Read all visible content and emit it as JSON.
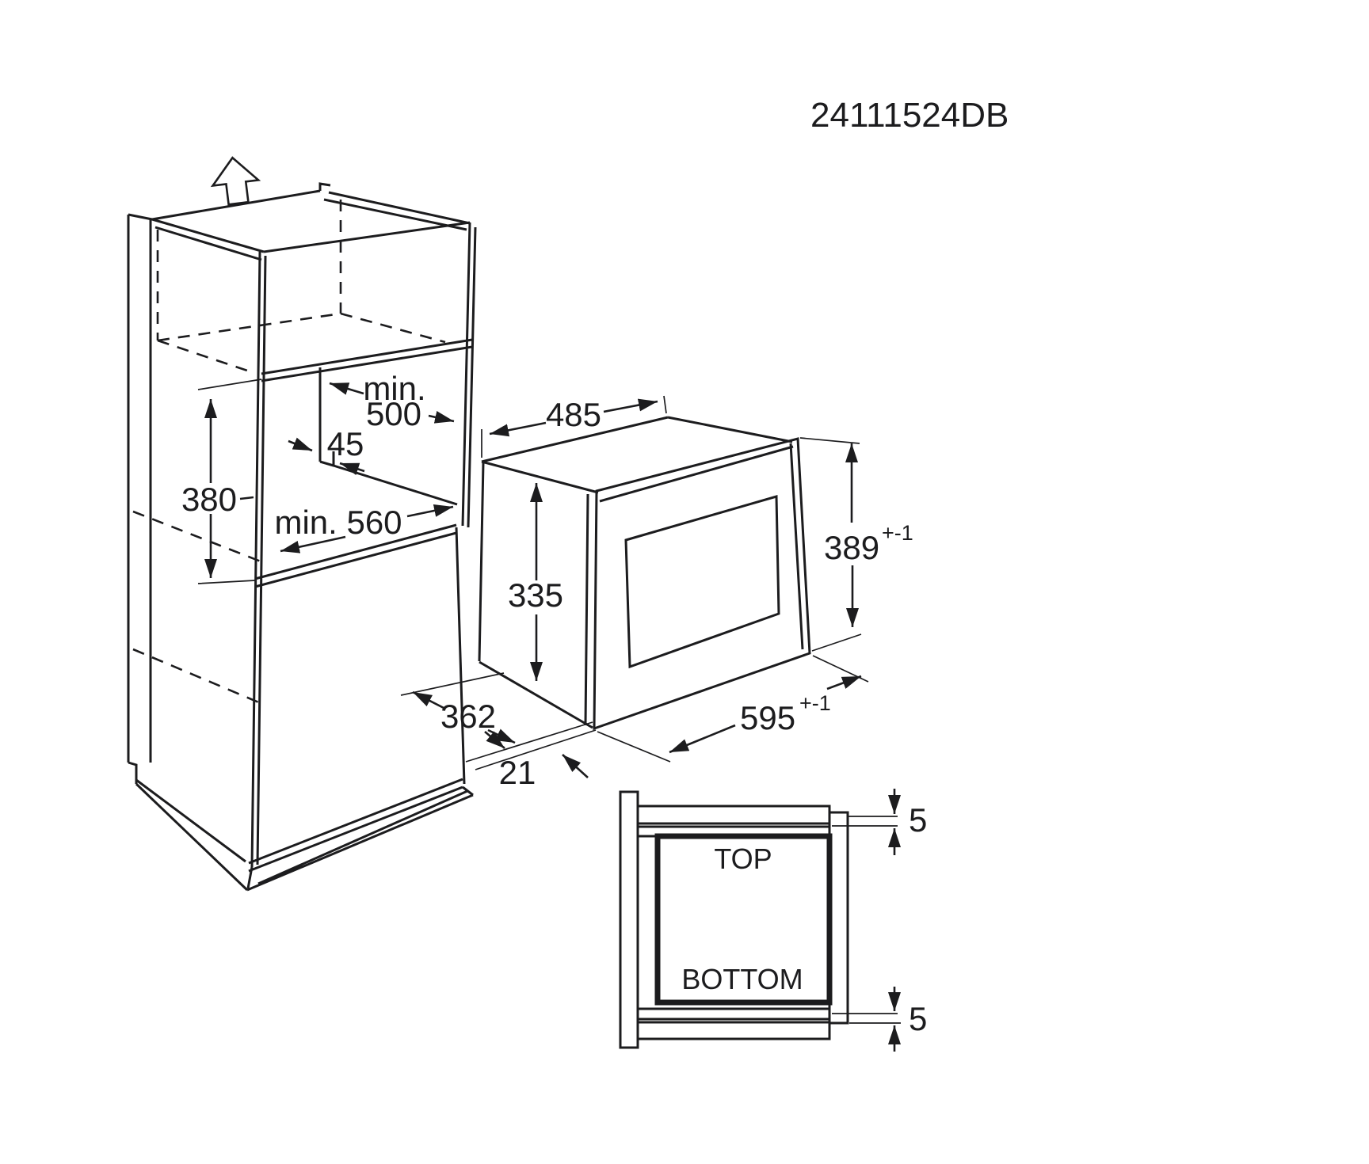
{
  "title": {
    "part_number": "24111524DB"
  },
  "cabinet": {
    "niche_width_prefix": "min.",
    "niche_width": "500",
    "front_gap": "45",
    "niche_height": "380",
    "niche_depth": "min. 560"
  },
  "microwave": {
    "body_width": "485",
    "body_height": "335",
    "body_depth": "362",
    "door_height": "389",
    "door_height_tolerance": "+-1",
    "door_width": "595",
    "door_width_tolerance": "+-1",
    "door_overhang": "21"
  },
  "plan_view": {
    "top_label": "TOP",
    "bottom_label": "BOTTOM",
    "top_gap": "5",
    "bottom_gap": "5"
  },
  "colors": {
    "line": "#1c1c1e",
    "background": "#ffffff"
  }
}
